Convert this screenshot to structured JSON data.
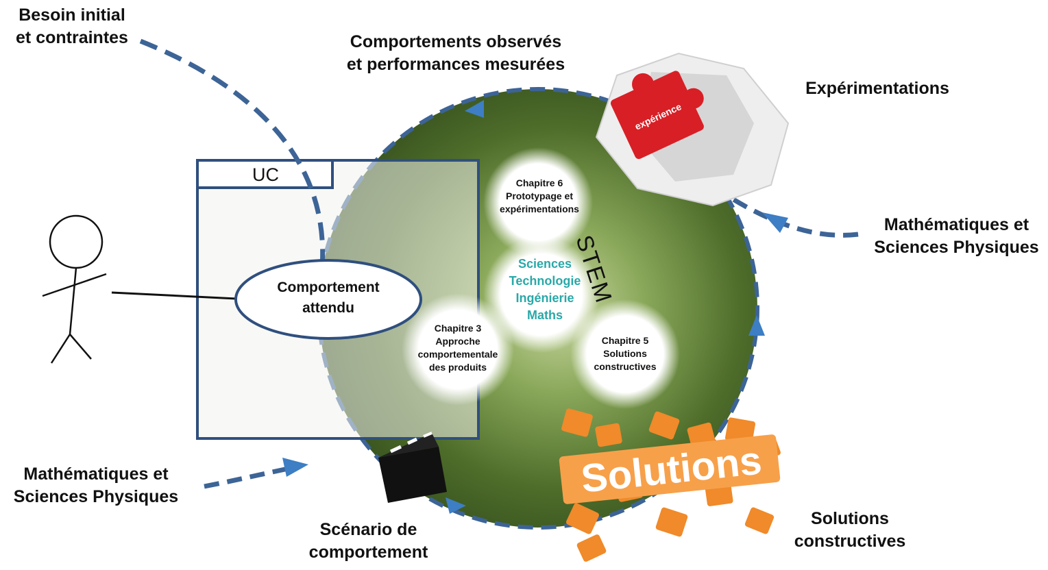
{
  "labels": {
    "besoin": [
      "Besoin initial",
      "et contraintes"
    ],
    "comportements": [
      "Comportements observés",
      "et performances mesurées"
    ],
    "experimentations": "Expérimentations",
    "maths_right": [
      "Mathématiques et",
      "Sciences Physiques"
    ],
    "maths_left": [
      "Mathématiques et",
      "Sciences Physiques"
    ],
    "scenario": [
      "Scénario de",
      "comportement"
    ],
    "solutions_constructives": [
      "Solutions",
      "constructives"
    ]
  },
  "use_case": {
    "boundary_label": "UC",
    "ellipse": [
      "Comportement",
      "attendu"
    ]
  },
  "chapters": {
    "ch6": [
      "Chapitre 6",
      "Prototypage et",
      "expérimentations"
    ],
    "ch3": [
      "Chapitre 3",
      "Approche",
      "comportementale",
      "des produits"
    ],
    "ch5": [
      "Chapitre 5",
      "Solutions",
      "constructives"
    ]
  },
  "stem": {
    "word": "STEM",
    "items": [
      "Sciences",
      "Technologie",
      "Ingénierie",
      "Maths"
    ]
  },
  "images": {
    "puzzle_word": "expérience",
    "solutions_word": "Solutions"
  },
  "colors": {
    "arrow": "#3d6496",
    "green_dark": "#3f5a22",
    "green_mid": "#7a9a4a",
    "puzzle_red": "#d81f26",
    "puzzle_orange": "#f08a2a",
    "stem_text": "#2aa8a8",
    "uc_border": "#2f4f7e"
  }
}
